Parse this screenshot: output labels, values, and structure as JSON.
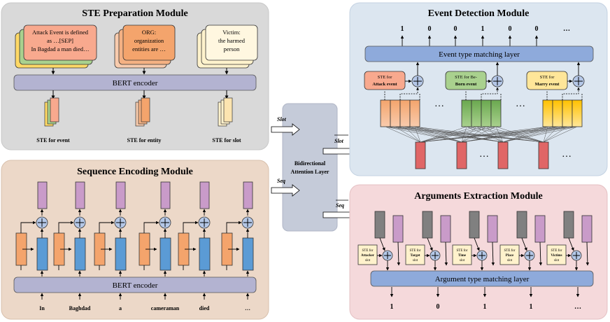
{
  "ste": {
    "title": "STE Preparation Module",
    "card_event": [
      "Attack Event is defined",
      "as …[SEP]",
      "In Bagdad a man died…"
    ],
    "card_entity": [
      "ORG:",
      "organization",
      "entities are …"
    ],
    "card_slot": [
      "Victim:",
      "the harmed",
      "person"
    ],
    "encoder": "BERT encoder",
    "caption_event": "STE for event",
    "caption_entity": "STE for entity",
    "caption_slot": "STE for slot"
  },
  "seq": {
    "title": "Sequence Encoding Module",
    "encoder": "BERT encoder",
    "tokens": [
      "In",
      "Baghdad",
      "a",
      "cameraman",
      "died",
      "…"
    ]
  },
  "bi": {
    "label_line1": "Bidirectional",
    "label_line2": "Attention Layer",
    "slot_in": "Slot",
    "seq_in": "Seq",
    "slot_out": "Slot",
    "seq_out": "Seq"
  },
  "event": {
    "title": "Event Detection Module",
    "layer": "Event type matching layer",
    "outputs": [
      "1",
      "0",
      "0",
      "1",
      "0",
      "0",
      "…"
    ],
    "ste_attack": [
      "STE for",
      "Attack event"
    ],
    "ste_born": [
      "STE for Be-",
      "Born event"
    ],
    "ste_marry": [
      "STE for",
      "Marry event"
    ],
    "dots": "…"
  },
  "arg": {
    "title": "Arguments Extraction Module",
    "layer": "Argument type matching layer",
    "outputs": [
      "1",
      "0",
      "1",
      "1",
      "…"
    ],
    "ste_slots": [
      [
        "STE for",
        "Attacker",
        "slot"
      ],
      [
        "STE for",
        "Target",
        "slot"
      ],
      [
        "STE for",
        "Time",
        "slot"
      ],
      [
        "STE for",
        "Place",
        "slot"
      ],
      [
        "STE for",
        "Victims",
        "slot"
      ]
    ],
    "dots": "…"
  },
  "colors": {
    "gray_panel": "#d9d9d9",
    "blue_panel": "#dce6f0",
    "tan_panel": "#ecd8c8",
    "pink_panel": "#f5d9db",
    "encoder": "#b3b3d1",
    "blue_layer": "#8eaadb",
    "orange": "#f4a46c",
    "blue_bar": "#5b9bd5",
    "purple": "#c99bc9",
    "red": "#e06666",
    "green": "#6aa84f",
    "yellow": "#ffd966",
    "gray_bar": "#808080",
    "cream": "#fff2cc"
  }
}
